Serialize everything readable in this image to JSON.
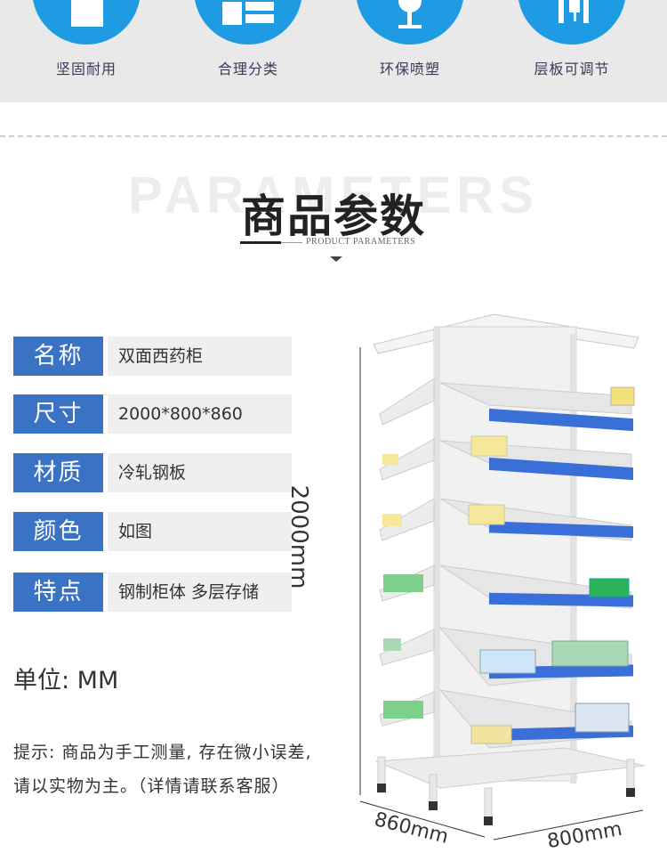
{
  "features": [
    {
      "label": "坚固耐用",
      "icon": "solid-block-icon"
    },
    {
      "label": "合理分类",
      "icon": "category-blocks-icon"
    },
    {
      "label": "环保喷塑",
      "icon": "spray-gun-icon"
    },
    {
      "label": "层板可调节",
      "icon": "adjust-peg-icon"
    }
  ],
  "section": {
    "bg_word": "PARAMETERS",
    "title": "商品参数",
    "subtitle": "PRODUCT PARAMETERS"
  },
  "params": [
    {
      "key": "名称",
      "value": "双面西药柜"
    },
    {
      "key": "尺寸",
      "value": "2000*800*860"
    },
    {
      "key": "材质",
      "value": "冷轧钢板"
    },
    {
      "key": "颜色",
      "value": "如图"
    },
    {
      "key": "特点",
      "value": "钢制柜体 多层存储"
    }
  ],
  "unit": "单位:  MM",
  "note": "提示: 商品为手工测量, 存在微小误差, 请以实物为主。（详情请联系客服）",
  "dimensions": {
    "height": "2000mm",
    "depth": "860mm",
    "width": "800mm"
  },
  "colors": {
    "feature_blue": "#1f9be3",
    "key_blue": "#3a72c4",
    "shelf_blue": "#3a6fd8",
    "band_gray": "#e9e9e9"
  }
}
